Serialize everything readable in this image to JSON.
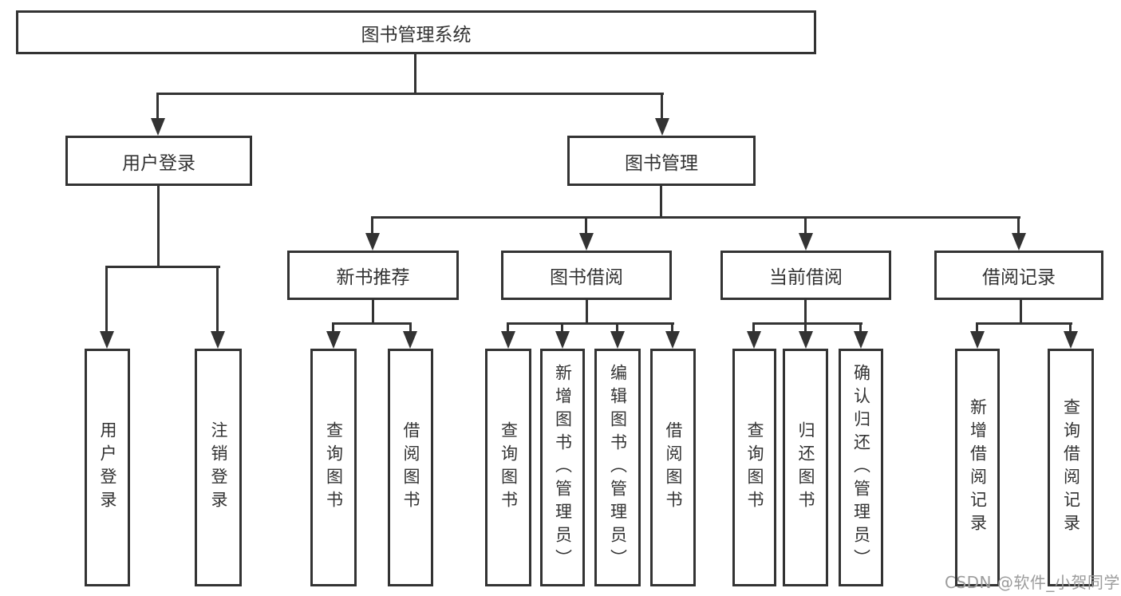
{
  "diagram": {
    "root": {
      "label": "图书管理系统"
    },
    "branches": [
      {
        "label": "用户登录",
        "children": [
          {
            "label": "用户登录"
          },
          {
            "label": "注销登录"
          }
        ]
      },
      {
        "label": "图书管理",
        "children": [
          {
            "label": "新书推荐",
            "children": [
              {
                "label": "查询图书"
              },
              {
                "label": "借阅图书"
              }
            ]
          },
          {
            "label": "图书借阅",
            "children": [
              {
                "label": "查询图书"
              },
              {
                "label": "新增图书（管理员）"
              },
              {
                "label": "编辑图书（管理员）"
              },
              {
                "label": "借阅图书"
              }
            ]
          },
          {
            "label": "当前借阅",
            "children": [
              {
                "label": "查询图书"
              },
              {
                "label": "归还图书"
              },
              {
                "label": "确认归还（管理员）"
              }
            ]
          },
          {
            "label": "借阅记录",
            "children": [
              {
                "label": "新增借阅记录"
              },
              {
                "label": "查询借阅记录"
              }
            ]
          }
        ]
      }
    ]
  },
  "watermark": {
    "text": "CSDN @软件_小贺同学",
    "color": "#9c9c9c"
  },
  "colors": {
    "line": "#333333",
    "box_border": "#333333",
    "box_fill": "#ffffff",
    "text": "#333333",
    "watermark": "#9c9c9c",
    "background": "#ffffff"
  }
}
